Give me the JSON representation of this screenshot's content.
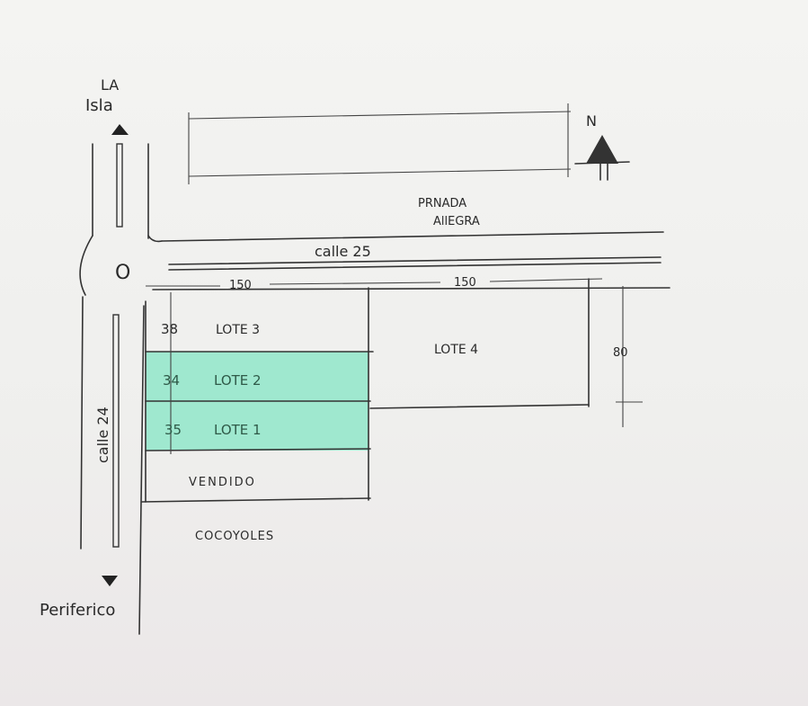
{
  "labels": {
    "north_place": [
      "LA",
      "Isla"
    ],
    "south_place": "Periferico",
    "street_vertical": "calle 24",
    "street_horizontal": "calle 25",
    "private_street": [
      "PRNADA",
      "AllEGRA"
    ],
    "north": "N",
    "roundabout": "O"
  },
  "dimensions": {
    "width_left": "150",
    "width_right": "150",
    "lote4_depth": "80"
  },
  "lots": [
    {
      "name": "LOTE 3",
      "size": "38",
      "highlighted": false
    },
    {
      "name": "LOTE 2",
      "size": "34",
      "highlighted": true
    },
    {
      "name": "LOTE 1",
      "size": "35",
      "highlighted": true
    },
    {
      "name": "LOTE 4",
      "size": "",
      "highlighted": false
    }
  ],
  "sold_label": "VENDIDO",
  "neighbor_label": "COCOYOLES",
  "colors": {
    "highlight": "#9fe8cf",
    "ink": "#2a2a2a"
  }
}
